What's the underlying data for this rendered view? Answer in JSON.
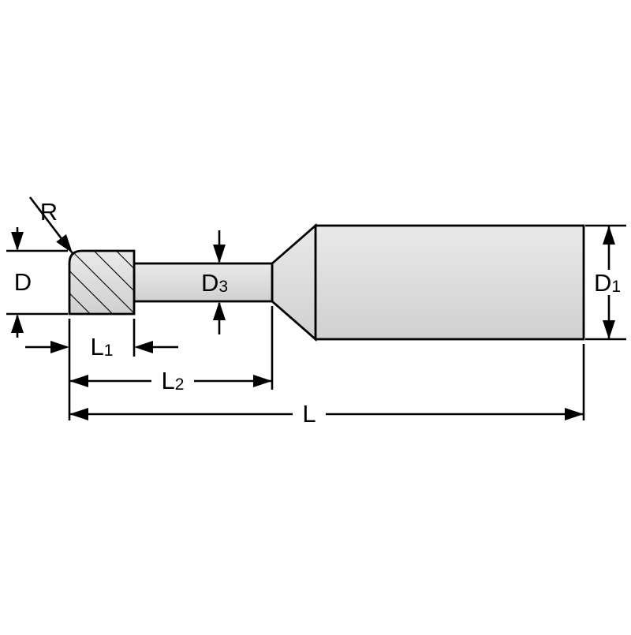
{
  "colors": {
    "background": "#ffffff",
    "outline": "#000000",
    "body_light": "#e9e9e9",
    "body_dark": "#d0d0d0"
  },
  "dimensions": {
    "corner_radius": {
      "symbol": "R"
    },
    "cutter_diameter": {
      "symbol": "D"
    },
    "neck_diameter": {
      "symbol": "D",
      "subscript": "3"
    },
    "shank_diameter": {
      "symbol": "D",
      "subscript": "1"
    },
    "flute_length": {
      "symbol": "L",
      "subscript": "1"
    },
    "reach_length": {
      "symbol": "L",
      "subscript": "2"
    },
    "overall_length": {
      "symbol": "L"
    }
  }
}
